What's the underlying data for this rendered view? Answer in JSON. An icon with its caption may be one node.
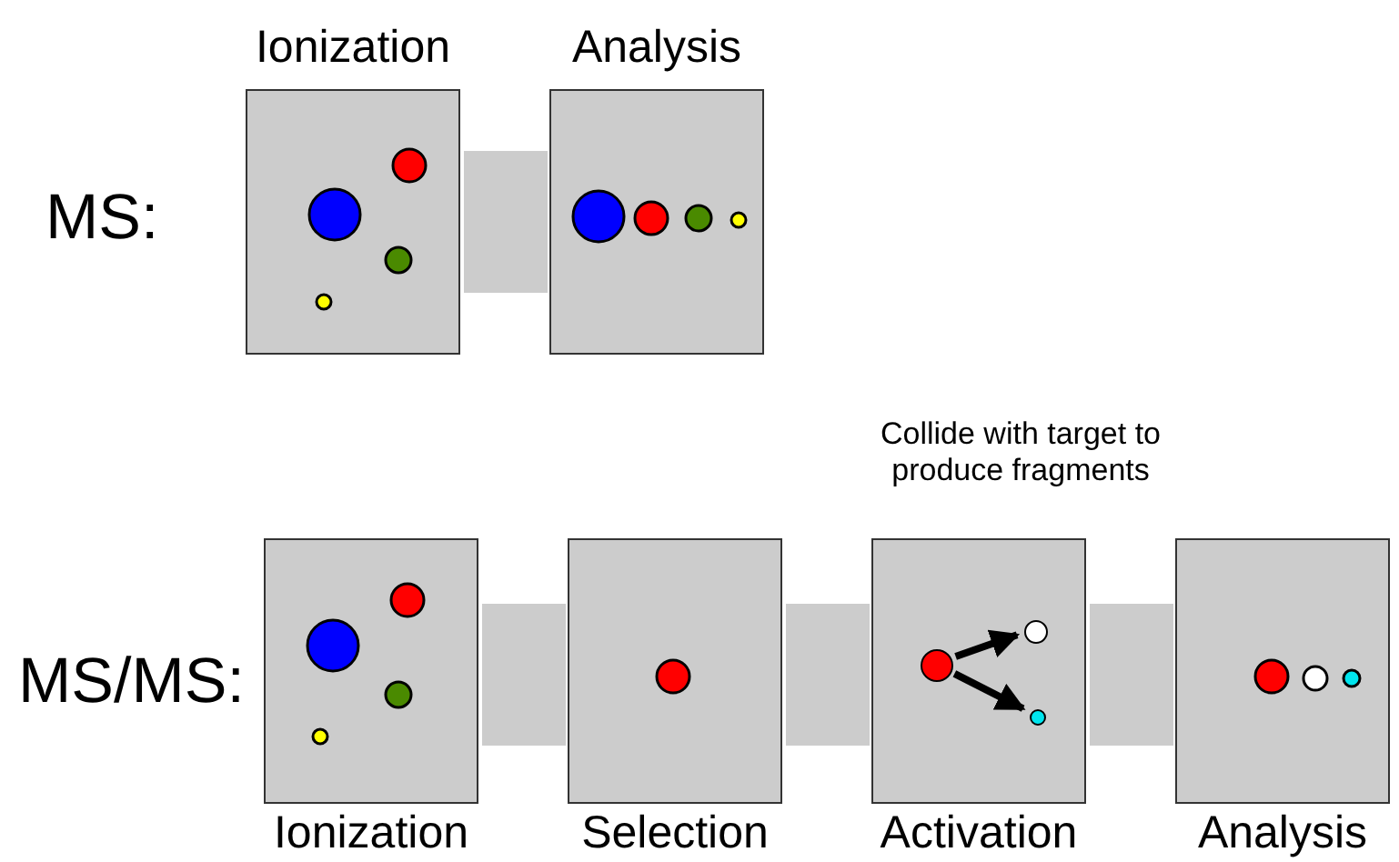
{
  "diagram": {
    "nodes": [
      {
        "text": [
          "Ionization"
        ]
      },
      {
        "text": [
          "Analysis"
        ]
      },
      {
        "text": [
          "Ionization"
        ]
      },
      {
        "text": [
          "Selection"
        ]
      },
      {
        "text": [
          "Activation"
        ],
        "beside": [
          "Collide with target to produce fragments"
        ]
      },
      {
        "text": [
          "Analysis"
        ]
      },
      {
        "text": [],
        "shape": "circle",
        "in": 4
      },
      {
        "text": [],
        "shape": "circle",
        "in": 4
      },
      {
        "text": [],
        "shape": "circle",
        "in": 4
      },
      {
        "text": [],
        "shape": "box"
      },
      {
        "text": [],
        "shape": "box"
      },
      {
        "text": [],
        "shape": "box"
      },
      {
        "text": [],
        "shape": "box"
      }
    ],
    "edges": [
      {
        "from": 6,
        "to": 7,
        "arrow": "to"
      },
      {
        "from": 6,
        "to": 8,
        "arrow": "to"
      }
    ],
    "labels": [
      "MS:",
      "MS/MS:"
    ]
  }
}
